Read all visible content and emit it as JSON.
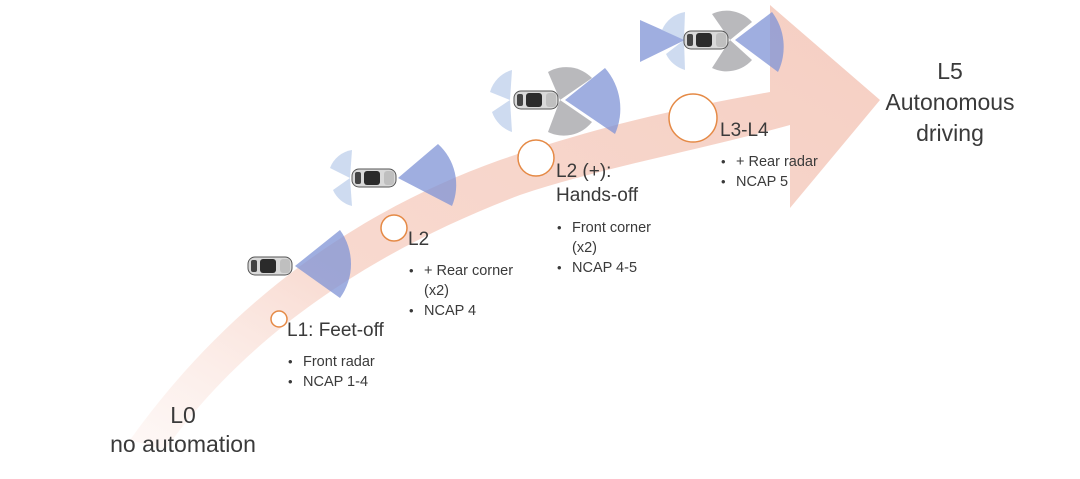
{
  "start": {
    "line1": "L0",
    "line2": "no automation"
  },
  "end": {
    "line1": "L5",
    "line2": "Autonomous",
    "line3": "driving"
  },
  "stages": [
    {
      "title": "L1: Feet-off",
      "bullets": [
        "Front radar",
        "NCAP 1-4"
      ]
    },
    {
      "title": "L2",
      "bullets": [
        "+ Rear corner",
        "(x2)",
        "NCAP 4"
      ]
    },
    {
      "title": "L2 (+):",
      "title2": "Hands-off",
      "bullets": [
        "Front corner",
        "(x2)",
        "NCAP 4-5"
      ]
    },
    {
      "title": "L3-L4",
      "bullets": [
        "+ Rear radar",
        "NCAP 5"
      ]
    }
  ],
  "colors": {
    "arrow": "#f6d2c8",
    "sensor_front": "#7f93d6",
    "sensor_pale": "#c9d7ee",
    "sensor_gray": "#8a8a8f",
    "circle_stroke": "#e58a46"
  }
}
